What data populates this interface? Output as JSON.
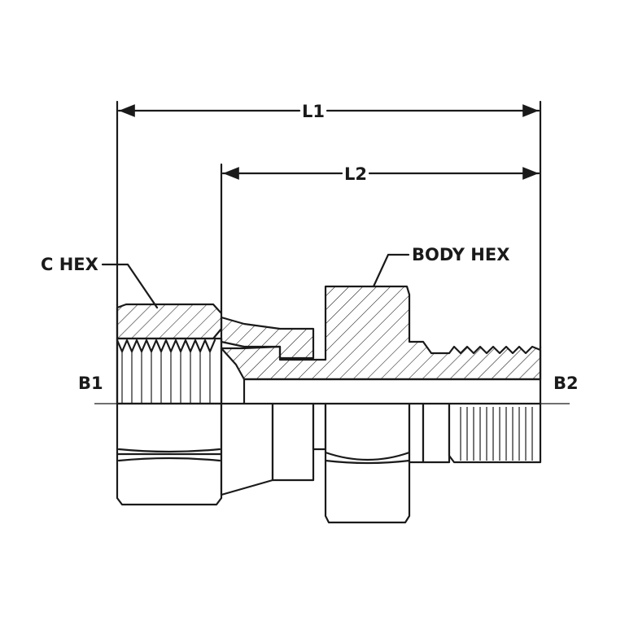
{
  "labels": {
    "l1": "L1",
    "l2": "L2",
    "c_hex": "C HEX",
    "body_hex": "BODY HEX",
    "b1": "B1",
    "b2": "B2"
  },
  "colors": {
    "line": "#1a1a1a",
    "background": "#ffffff"
  }
}
